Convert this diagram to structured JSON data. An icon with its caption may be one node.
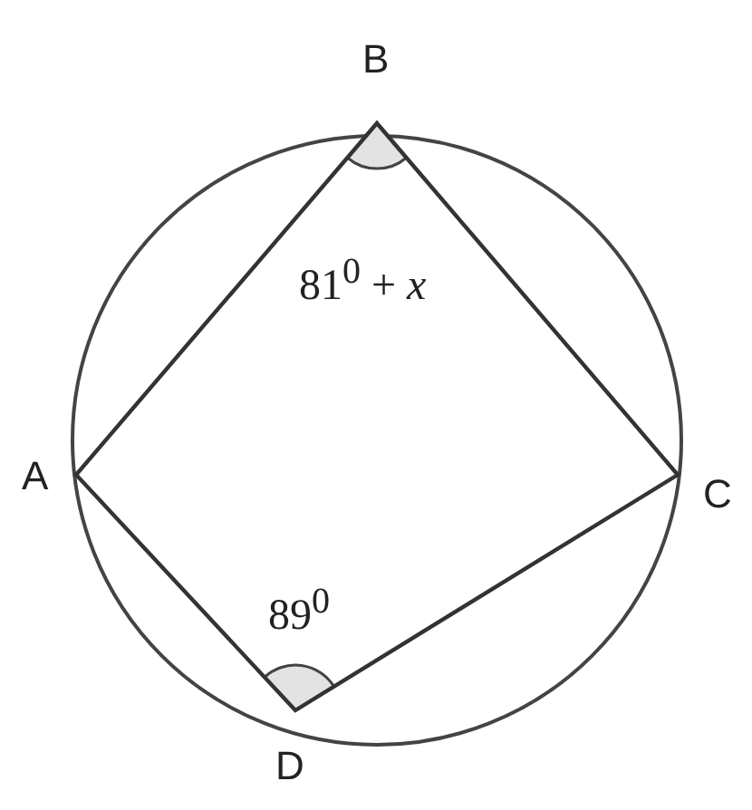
{
  "diagram": {
    "labels": [
      "B",
      "81$^{0}$ + x",
      "A",
      "C",
      "89$^{0}$",
      "D"
    ]
  }
}
